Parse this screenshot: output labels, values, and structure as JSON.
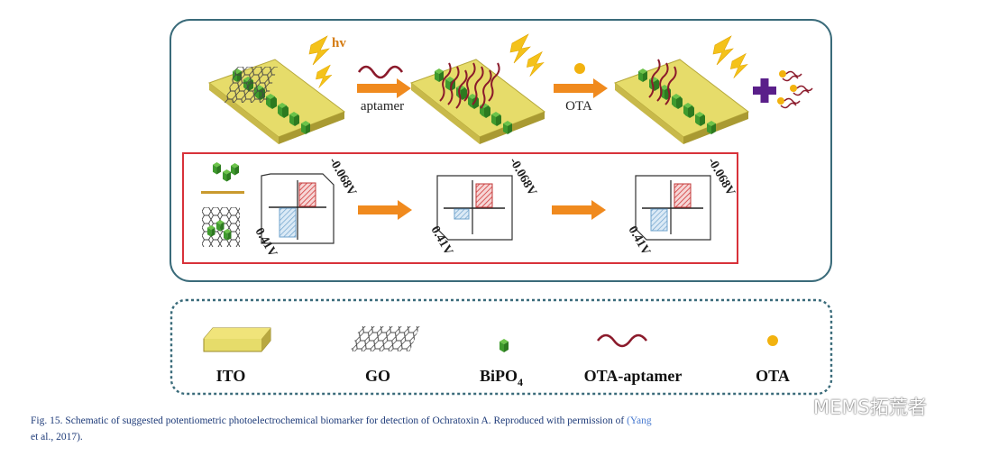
{
  "process": {
    "light_label": "hv",
    "step1_label": "aptamer",
    "step2_label": "OTA"
  },
  "energy": {
    "upper_potential": "-0.068V",
    "lower_potential": "0.41V"
  },
  "legend": {
    "items": [
      {
        "id": "ito",
        "label": "ITO"
      },
      {
        "id": "go",
        "label": "GO"
      },
      {
        "id": "bipo4",
        "label": "BiPO",
        "sub": "4"
      },
      {
        "id": "ota-aptamer",
        "label": "OTA-aptamer"
      },
      {
        "id": "ota",
        "label": "OTA"
      }
    ]
  },
  "caption": {
    "text": "Fig. 15. Schematic of suggested potentiometric photoelectrochemical biomarker for detection of Ochratoxin A. Reproduced with permission of ",
    "link": "(Yang",
    "line2": "et al., 2017)."
  },
  "watermark": {
    "text": "MEMS拓荒者"
  },
  "colors": {
    "ito": "#e6dc6a",
    "bipo4": "#3f9a2e",
    "aptamer": "#8b1a2b",
    "ota": "#f2b20f",
    "arrow": "#f08a1e",
    "plus": "#5a1f8a",
    "frame": "#d8323a",
    "panel_border": "#3a6b7a"
  }
}
